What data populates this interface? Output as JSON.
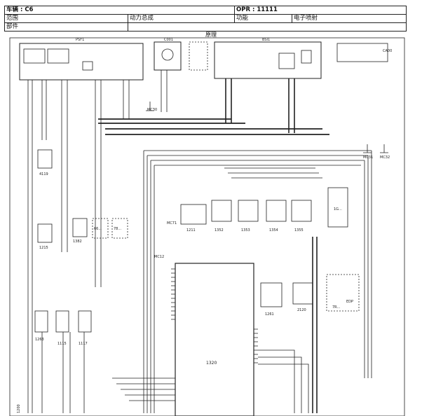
{
  "header": {
    "vehicle_label": "车辆 : C6",
    "opr_label": "OPR : 11111",
    "scope_label": "范围",
    "scope_value": "动力总成",
    "function_label": "功能",
    "function_value": "电子喷射",
    "part_label": "部件"
  },
  "diagram": {
    "section_title": "原理",
    "components": {
      "psf1": "PSF1",
      "bsm": "BSI1",
      "ca00": "CA00",
      "c001": "C001",
      "mc30": "MC30",
      "mc31": "MC31",
      "mc32": "MC32",
      "mc71": "MC71",
      "mc12": "MC12",
      "c4119": "4119",
      "c1215": "1215",
      "c1382": "1382",
      "c66": "66...",
      "c78": "78...",
      "c1211": "1211",
      "c1352": "1352",
      "c1353": "1353",
      "c1354": "1354",
      "c1355": "1355",
      "c1g": "1G...",
      "c7r": "7R...",
      "c1261": "1261",
      "c2120": "2120",
      "c1320": "1320",
      "c1263": "1263",
      "c1115": "1115",
      "c1117": "1117",
      "edp": "EDP",
      "c1200": "1200"
    }
  }
}
